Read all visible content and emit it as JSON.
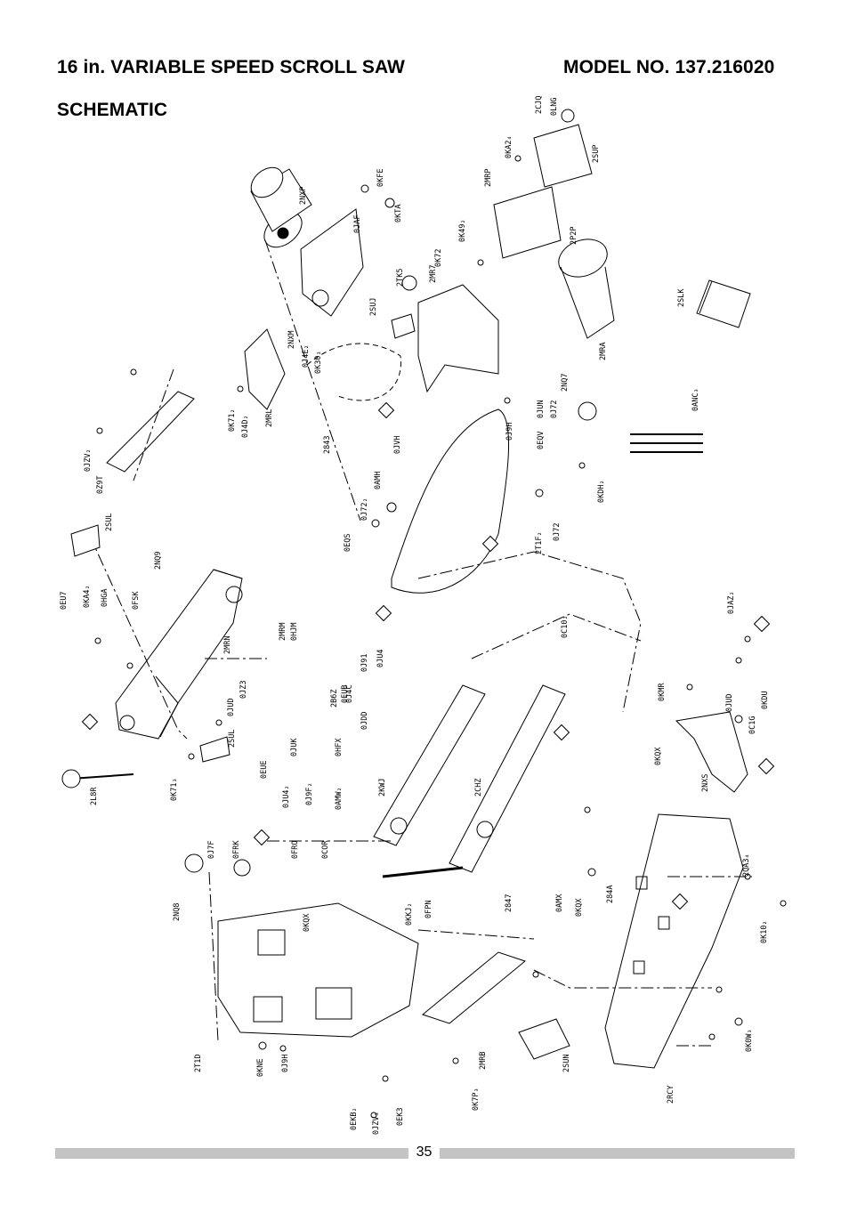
{
  "header": {
    "title_left": "16 in. VARIABLE SPEED SCROLL SAW",
    "title_right": "MODEL NO. 137.216020",
    "subtitle": "SCHEMATIC"
  },
  "page_number": "35",
  "parts": [
    "2CJQ",
    "0LNG",
    "0KA2₄",
    "2SUP",
    "2MRP",
    "2P2P",
    "0KFE",
    "0JAF",
    "0KTA",
    "2NXP",
    "2TK5",
    "0K72",
    "0K49₂",
    "2MR7",
    "2SUJ",
    "2NXM",
    "0J4E₂",
    "0K30₃",
    "2SLK",
    "2MRA",
    "2MRL",
    "0K71₂",
    "0J4D₂",
    "2843",
    "2NQ7",
    "0JUN",
    "0EQV",
    "0J72",
    "0J9H",
    "0KDH₂",
    "0JZV₂",
    "0Z9T",
    "0AMH",
    "0JVH",
    "0J72₂",
    "0EQS",
    "2T1F₂",
    "0J72",
    "0ANC₃",
    "2SUL",
    "0EU7",
    "0KA4₂",
    "0HGA",
    "0FSK",
    "2NQ9",
    "2MRM",
    "0HJM",
    "2MRN",
    "0JZ3",
    "0JUD",
    "2SUL",
    "0EUB",
    "2B6Z",
    "0J91",
    "0J4C",
    "0JU4",
    "0JDD",
    "0HFX",
    "0JUK",
    "0EUE",
    "0C10₂",
    "0JAZ₂",
    "0KMR",
    "0JUD",
    "0C1G",
    "0KDU",
    "0KQX",
    "2NXS",
    "2CHZ",
    "2KWJ",
    "0JU4₂",
    "0J9F₂",
    "0AMW₂",
    "0K71₃",
    "2L8R",
    "0J7F",
    "0FRK",
    "0FRO",
    "0COR",
    "2NQ8",
    "0KQX",
    "0KKJ₂",
    "0FPN",
    "2847",
    "0AMX",
    "0KQX",
    "284A",
    "2QA3₄",
    "0K10₂",
    "2T1D",
    "0KNE",
    "0J9H",
    "2MRB",
    "2SUN",
    "0K7P₃",
    "0EKB₂",
    "0JZV₃",
    "0EK3",
    "2RCY",
    "0K0W₃"
  ],
  "icons": {
    "manual_cover": "operator-manual-icon"
  }
}
